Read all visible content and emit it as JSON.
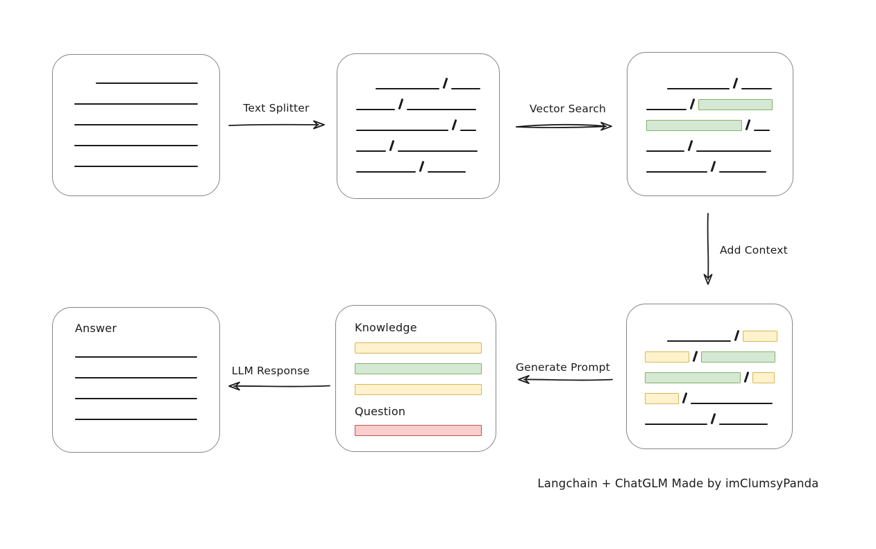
{
  "caption": "Langchain + ChatGLM Made by imClumsyPanda",
  "colors": {
    "ink": "#1a1a1a",
    "box_border": "#848484",
    "yellow_fill": "#fff2cc",
    "yellow_border": "#d6b656",
    "green_fill": "#d5e8d4",
    "green_border": "#82b366",
    "red_fill": "#f8cecc",
    "red_border": "#b85450"
  },
  "arrows": {
    "text_splitter": {
      "label": "Text Splitter",
      "direction": "right"
    },
    "vector_search": {
      "label": "Vector Search",
      "direction": "right"
    },
    "add_context": {
      "label": "Add Context",
      "direction": "down"
    },
    "generate_prompt": {
      "label": "Generate Prompt",
      "direction": "left"
    },
    "llm_response": {
      "label": "LLM Response",
      "direction": "left"
    }
  },
  "boxes": {
    "document": {
      "rows": [
        [
          {
            "t": "gap",
            "w": 31
          },
          {
            "t": "line",
            "w": 148
          }
        ],
        [
          {
            "t": "line",
            "w": 179
          }
        ],
        [
          {
            "t": "line",
            "w": 179
          }
        ],
        [
          {
            "t": "line",
            "w": 179
          }
        ],
        [
          {
            "t": "line",
            "w": 179
          }
        ]
      ]
    },
    "chunks": {
      "rows": [
        [
          {
            "t": "gap",
            "w": 28
          },
          {
            "t": "line",
            "w": 92
          },
          {
            "t": "slash"
          },
          {
            "t": "line",
            "w": 42
          }
        ],
        [
          {
            "t": "line",
            "w": 56
          },
          {
            "t": "slash"
          },
          {
            "t": "line",
            "w": 100
          }
        ],
        [
          {
            "t": "line",
            "w": 133
          },
          {
            "t": "slash"
          },
          {
            "t": "line",
            "w": 23
          }
        ],
        [
          {
            "t": "line",
            "w": 43
          },
          {
            "t": "slash"
          },
          {
            "t": "line",
            "w": 115
          }
        ],
        [
          {
            "t": "line",
            "w": 86
          },
          {
            "t": "slash"
          },
          {
            "t": "line",
            "w": 55
          }
        ]
      ]
    },
    "vector_matches": {
      "rows": [
        [
          {
            "t": "gap",
            "w": 30
          },
          {
            "t": "line",
            "w": 90
          },
          {
            "t": "slash"
          },
          {
            "t": "line",
            "w": 44
          }
        ],
        [
          {
            "t": "line",
            "w": 58
          },
          {
            "t": "slash"
          },
          {
            "t": "bar",
            "c": "green",
            "w": 107
          }
        ],
        [
          {
            "t": "bar",
            "c": "green",
            "w": 138
          },
          {
            "t": "slash"
          },
          {
            "t": "line",
            "w": 23
          }
        ],
        [
          {
            "t": "line",
            "w": 55
          },
          {
            "t": "slash"
          },
          {
            "t": "line",
            "w": 108
          }
        ],
        [
          {
            "t": "line",
            "w": 88
          },
          {
            "t": "slash"
          },
          {
            "t": "line",
            "w": 68
          }
        ]
      ]
    },
    "context": {
      "rows": [
        [
          {
            "t": "gap",
            "w": 32
          },
          {
            "t": "line",
            "w": 92
          },
          {
            "t": "slash"
          },
          {
            "t": "bar",
            "c": "yellow",
            "w": 50
          }
        ],
        [
          {
            "t": "bar",
            "c": "yellow",
            "w": 64
          },
          {
            "t": "slash"
          },
          {
            "t": "bar",
            "c": "green",
            "w": 107
          }
        ],
        [
          {
            "t": "bar",
            "c": "green",
            "w": 138
          },
          {
            "t": "slash"
          },
          {
            "t": "bar",
            "c": "yellow",
            "w": 32
          }
        ],
        [
          {
            "t": "bar",
            "c": "yellow",
            "w": 49
          },
          {
            "t": "slash"
          },
          {
            "t": "line",
            "w": 118
          }
        ],
        [
          {
            "t": "line",
            "w": 90
          },
          {
            "t": "slash"
          },
          {
            "t": "line",
            "w": 70
          }
        ]
      ]
    },
    "prompt": {
      "knowledge_label": "Knowledge",
      "question_label": "Question",
      "knowledge_bars": [
        {
          "c": "yellow",
          "w": 183
        },
        {
          "c": "green",
          "w": 183
        },
        {
          "c": "yellow",
          "w": 183
        }
      ],
      "question_bars": [
        {
          "c": "red",
          "w": 183
        }
      ]
    },
    "answer": {
      "label": "Answer",
      "rows": [
        [
          {
            "t": "line",
            "w": 178
          }
        ],
        [
          {
            "t": "line",
            "w": 178
          }
        ],
        [
          {
            "t": "line",
            "w": 178
          }
        ],
        [
          {
            "t": "line",
            "w": 178
          }
        ]
      ]
    }
  }
}
